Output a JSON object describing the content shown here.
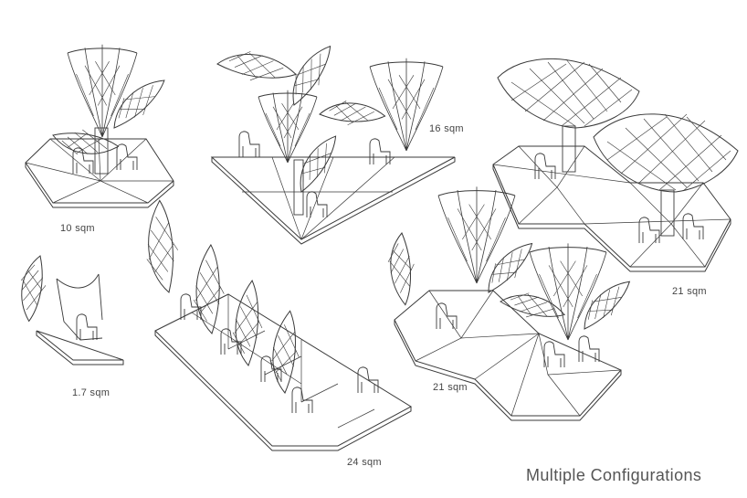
{
  "title": "Multiple Configurations",
  "configurations": [
    {
      "id": "cfg-10",
      "area_label": "10 sqm"
    },
    {
      "id": "cfg-1-7",
      "area_label": "1.7 sqm"
    },
    {
      "id": "cfg-16",
      "area_label": "16 sqm"
    },
    {
      "id": "cfg-24",
      "area_label": "24 sqm"
    },
    {
      "id": "cfg-21a",
      "area_label": "21 sqm"
    },
    {
      "id": "cfg-21b",
      "area_label": "21 sqm"
    }
  ],
  "colors": {
    "line": "#3a3a3a",
    "background": "#ffffff",
    "text": "#444444"
  }
}
